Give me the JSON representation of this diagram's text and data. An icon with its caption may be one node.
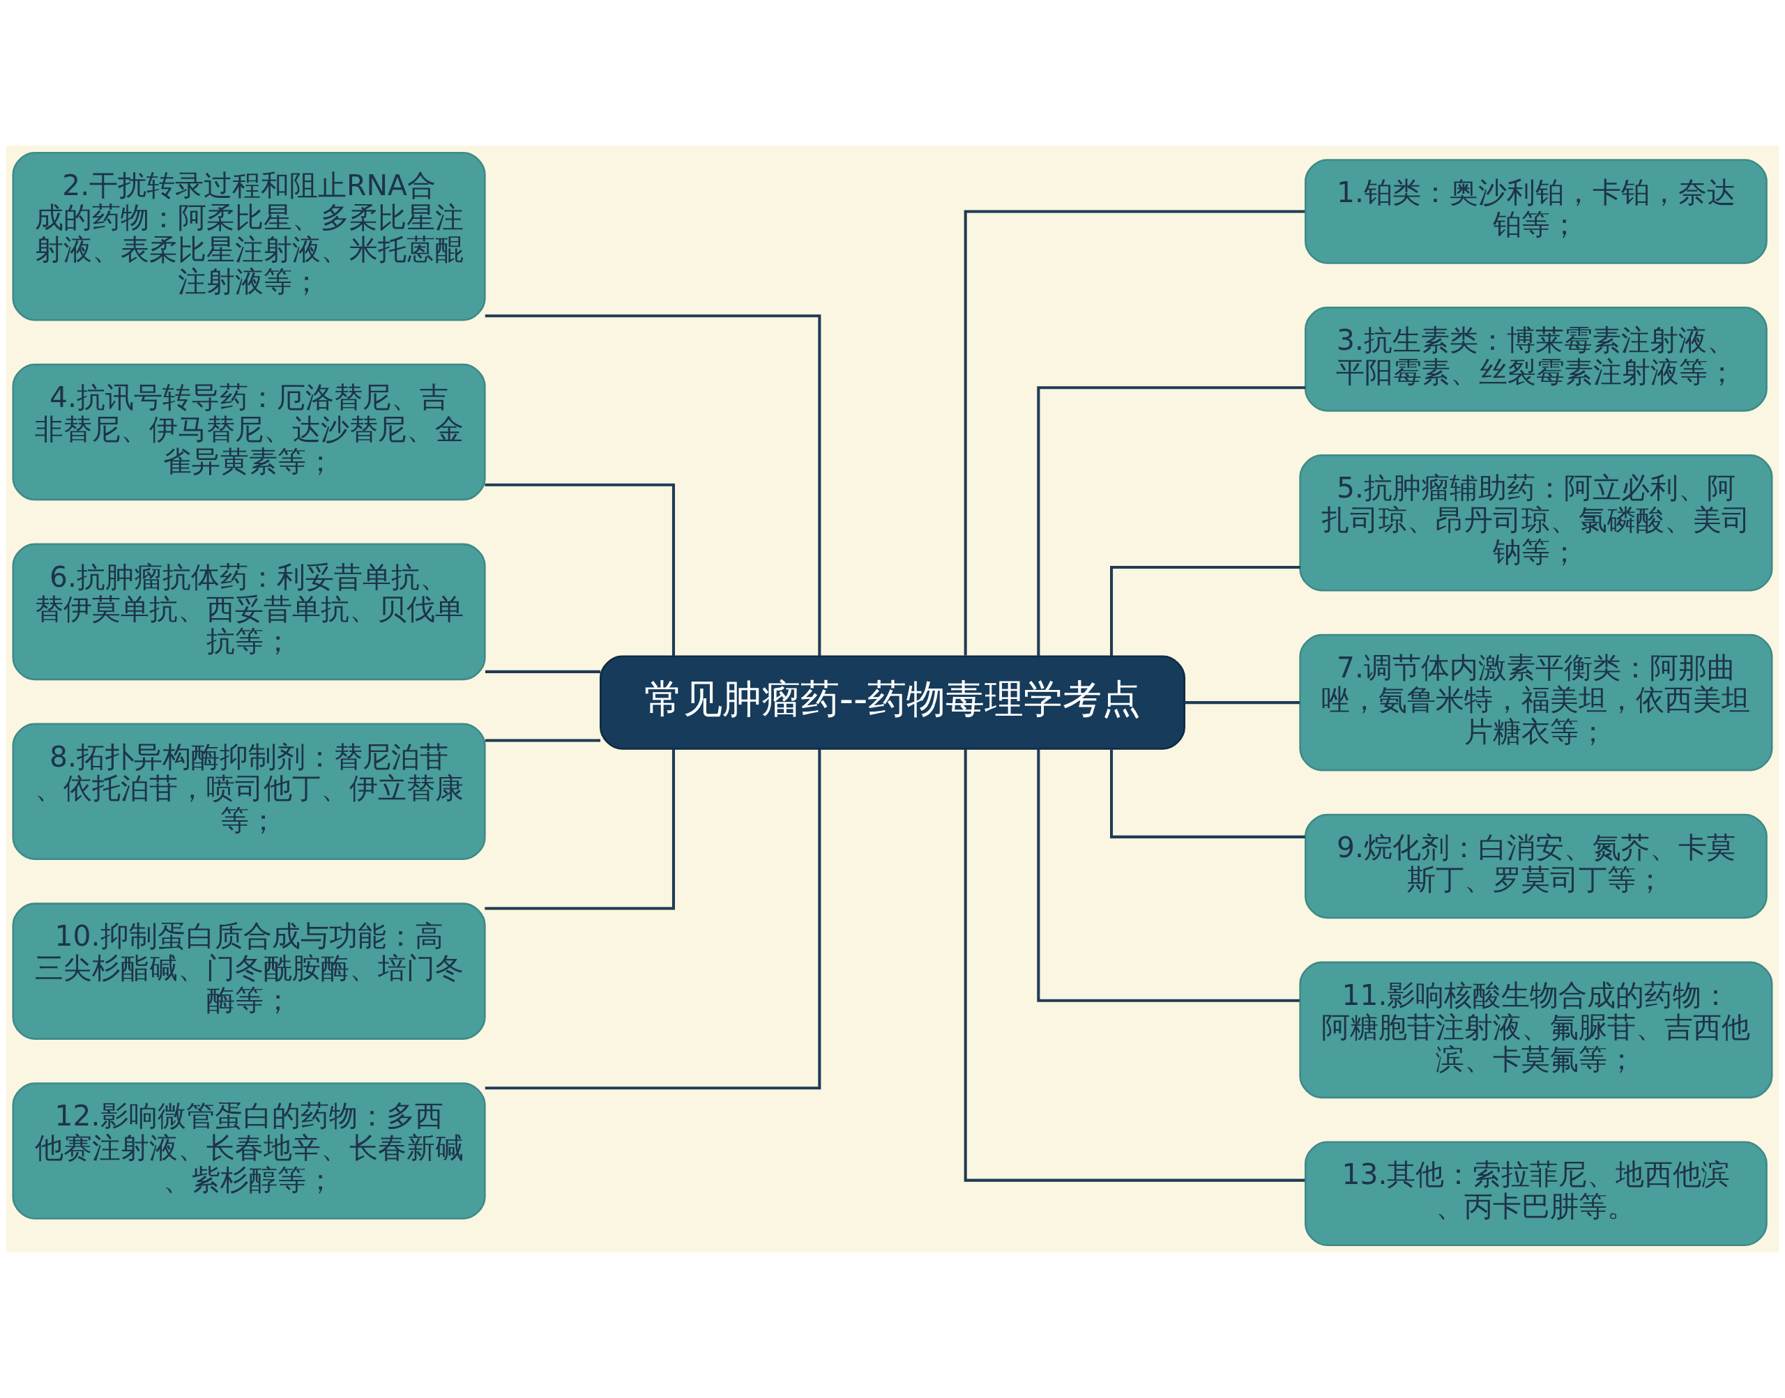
{
  "diagram": {
    "nodes": [
      {
        "text": [
          "常见肿瘤药--药物毒理学考点"
        ]
      },
      {
        "text": [
          "1.铂类：奥沙利铂，卡铂，奈达铂等；"
        ]
      },
      {
        "text": [
          "2.干扰转录过程和阻止RNA合成的药物：阿柔比星、多柔比星注射液、表柔比星注射液、米托蒽醌注射液等；"
        ]
      },
      {
        "text": [
          "3.抗生素类：博莱霉素注射液、平阳霉素、丝裂霉素注射液等；"
        ]
      },
      {
        "text": [
          "4.抗讯号转导药：厄洛替尼、吉非替尼、伊马替尼、达沙替尼、金雀异黄素等；"
        ]
      },
      {
        "text": [
          "5.抗肿瘤辅助药：阿立必利、阿扎司琼、昂丹司琼、氯磷酸、美司钠等；"
        ]
      },
      {
        "text": [
          "6.抗肿瘤抗体药：利妥昔单抗、替伊莫单抗、西妥昔单抗、贝伐单抗等；"
        ]
      },
      {
        "text": [
          "7.调节体内激素平衡类：阿那曲唑，氨鲁米特，福美坦，依西美坦片糖衣等；"
        ]
      },
      {
        "text": [
          "8.拓扑异构酶抑制剂：替尼泊苷、依托泊苷，喷司他丁、伊立替康等；"
        ]
      },
      {
        "text": [
          "9.烷化剂：白消安、氮芥、卡莫斯丁、罗莫司丁等；"
        ]
      },
      {
        "text": [
          "10.抑制蛋白质合成与功能：高三尖杉酯碱、门冬酰胺酶、培门冬酶等；"
        ]
      },
      {
        "text": [
          "11.影响核酸生物合成的药物：阿糖胞苷注射液、氟脲苷、吉西他滨、卡莫氟等；"
        ]
      },
      {
        "text": [
          "12.影响微管蛋白的药物：多西他赛注射液、长春地辛、长春新碱、紫杉醇等；"
        ]
      },
      {
        "text": [
          "13.其他：索拉菲尼、地西他滨、丙卡巴肼等。"
        ]
      }
    ],
    "edges": [
      {
        "from": 0,
        "to": 1,
        "arrow": "none"
      },
      {
        "from": 0,
        "to": 2,
        "arrow": "none"
      },
      {
        "from": 0,
        "to": 3,
        "arrow": "none"
      },
      {
        "from": 0,
        "to": 4,
        "arrow": "none"
      },
      {
        "from": 0,
        "to": 5,
        "arrow": "none"
      },
      {
        "from": 0,
        "to": 6,
        "arrow": "none"
      },
      {
        "from": 0,
        "to": 7,
        "arrow": "none"
      },
      {
        "from": 0,
        "to": 8,
        "arrow": "none"
      },
      {
        "from": 0,
        "to": 9,
        "arrow": "none"
      },
      {
        "from": 0,
        "to": 10,
        "arrow": "none"
      },
      {
        "from": 0,
        "to": 11,
        "arrow": "none"
      },
      {
        "from": 0,
        "to": 12,
        "arrow": "none"
      },
      {
        "from": 0,
        "to": 13,
        "arrow": "none"
      }
    ]
  }
}
